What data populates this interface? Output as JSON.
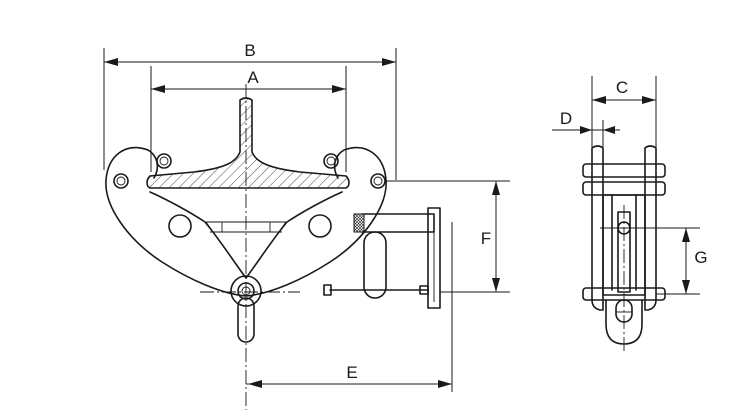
{
  "dimensions": {
    "a": "A",
    "b": "B",
    "c": "C",
    "d": "D",
    "e": "E",
    "f": "F",
    "g": "G"
  }
}
